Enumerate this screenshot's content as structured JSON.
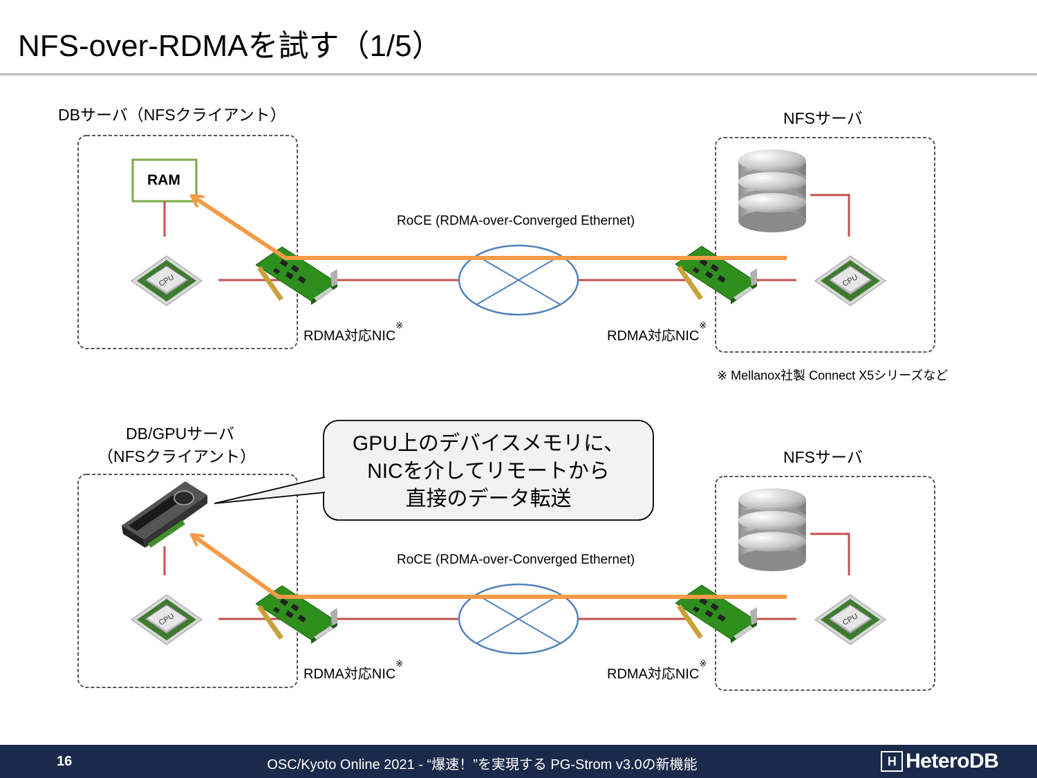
{
  "title": "NFS-over-RDMAを試す（1/5）",
  "top": {
    "client_label": "DBサーバ（NFSクライアント）",
    "server_label": "NFSサーバ",
    "ram_label": "RAM",
    "network_label": "RoCE (RDMA-over-Converged Ethernet)",
    "nic_left_label": "RDMA対応NIC",
    "nic_right_label": "RDMA対応NIC",
    "nic_mark": "※",
    "cpu_label": "CPU",
    "footnote": "※ Mellanox社製 Connect X5シリーズなど"
  },
  "bottom": {
    "client_label_line1": "DB/GPUサーバ",
    "client_label_line2": "（NFSクライアント）",
    "server_label": "NFSサーバ",
    "network_label": "RoCE (RDMA-over-Converged Ethernet)",
    "nic_left_label": "RDMA対応NIC",
    "nic_right_label": "RDMA対応NIC",
    "nic_mark": "※",
    "cpu_label": "CPU",
    "callout_line1": "GPU上のデバイスメモリに、",
    "callout_line2": "NICを介してリモートから",
    "callout_line3": "直接のデータ転送"
  },
  "colors": {
    "arrow": "#f59a46",
    "link": "#c0504d",
    "switch": "#4f81bd",
    "ram_border": "#7aab44",
    "footer_bg": "#1b2a4a"
  },
  "footer": {
    "page": "16",
    "text": "OSC/Kyoto Online 2021 - “爆速！”を実現する PG-Strom v3.0の新機能",
    "logo": "HeteroDB",
    "logo_mark": "H"
  }
}
